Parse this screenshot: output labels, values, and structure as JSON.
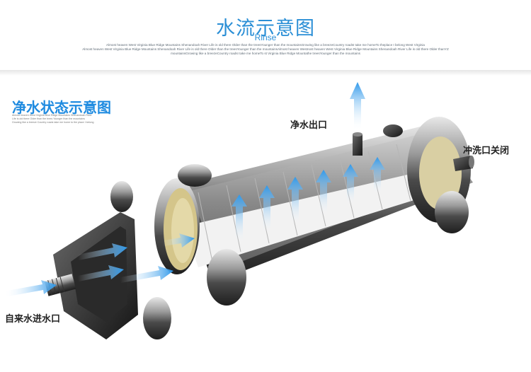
{
  "header": {
    "title": "水流示意图",
    "subtitle": "Rinse",
    "filler_lines": [
      "Almost heaven West Virginia Blue Ridge Mountains Shenandoah River Life is old there Older than the treesYounger than the mountainsGrowing like a breezeCountry roadsI take me homeTo theplace I belong West Virginia",
      "Almost heaven West Virginia Blue Ridge Mountains Shenandoah River Life is old there Older than the treesYounger than the mountainsAlmost heaven Westnost heaven West Virginia Blue Ridge Mountains Shenandoah River Life is old there Older thanYZ",
      "mountainsGrowing like a breezeCountry roadsI take me homeTo st Virginia Blue Ridge Mountathe treesYounger than the mountains"
    ]
  },
  "section": {
    "title": "净水状态示意图",
    "filler_lines": [
      "Almost heaven West Virginia Blue Ridge Mountains Shenandoah River",
      "Life is old there Older than the trees Younger than the mountains",
      "Growing like a breeze Country roads take me home to the place I belong"
    ]
  },
  "labels": {
    "purified_outlet": "净水出口",
    "flush_outlet_closed": "冲洗口关闭",
    "tap_water_inlet": "自来水进水口"
  },
  "colors": {
    "title_blue": "#2b8fd6",
    "section_blue": "#1f8be0",
    "arrow_blue": "#3aa0ea"
  },
  "icons": {
    "flow_arrow": "arrow-icon"
  }
}
